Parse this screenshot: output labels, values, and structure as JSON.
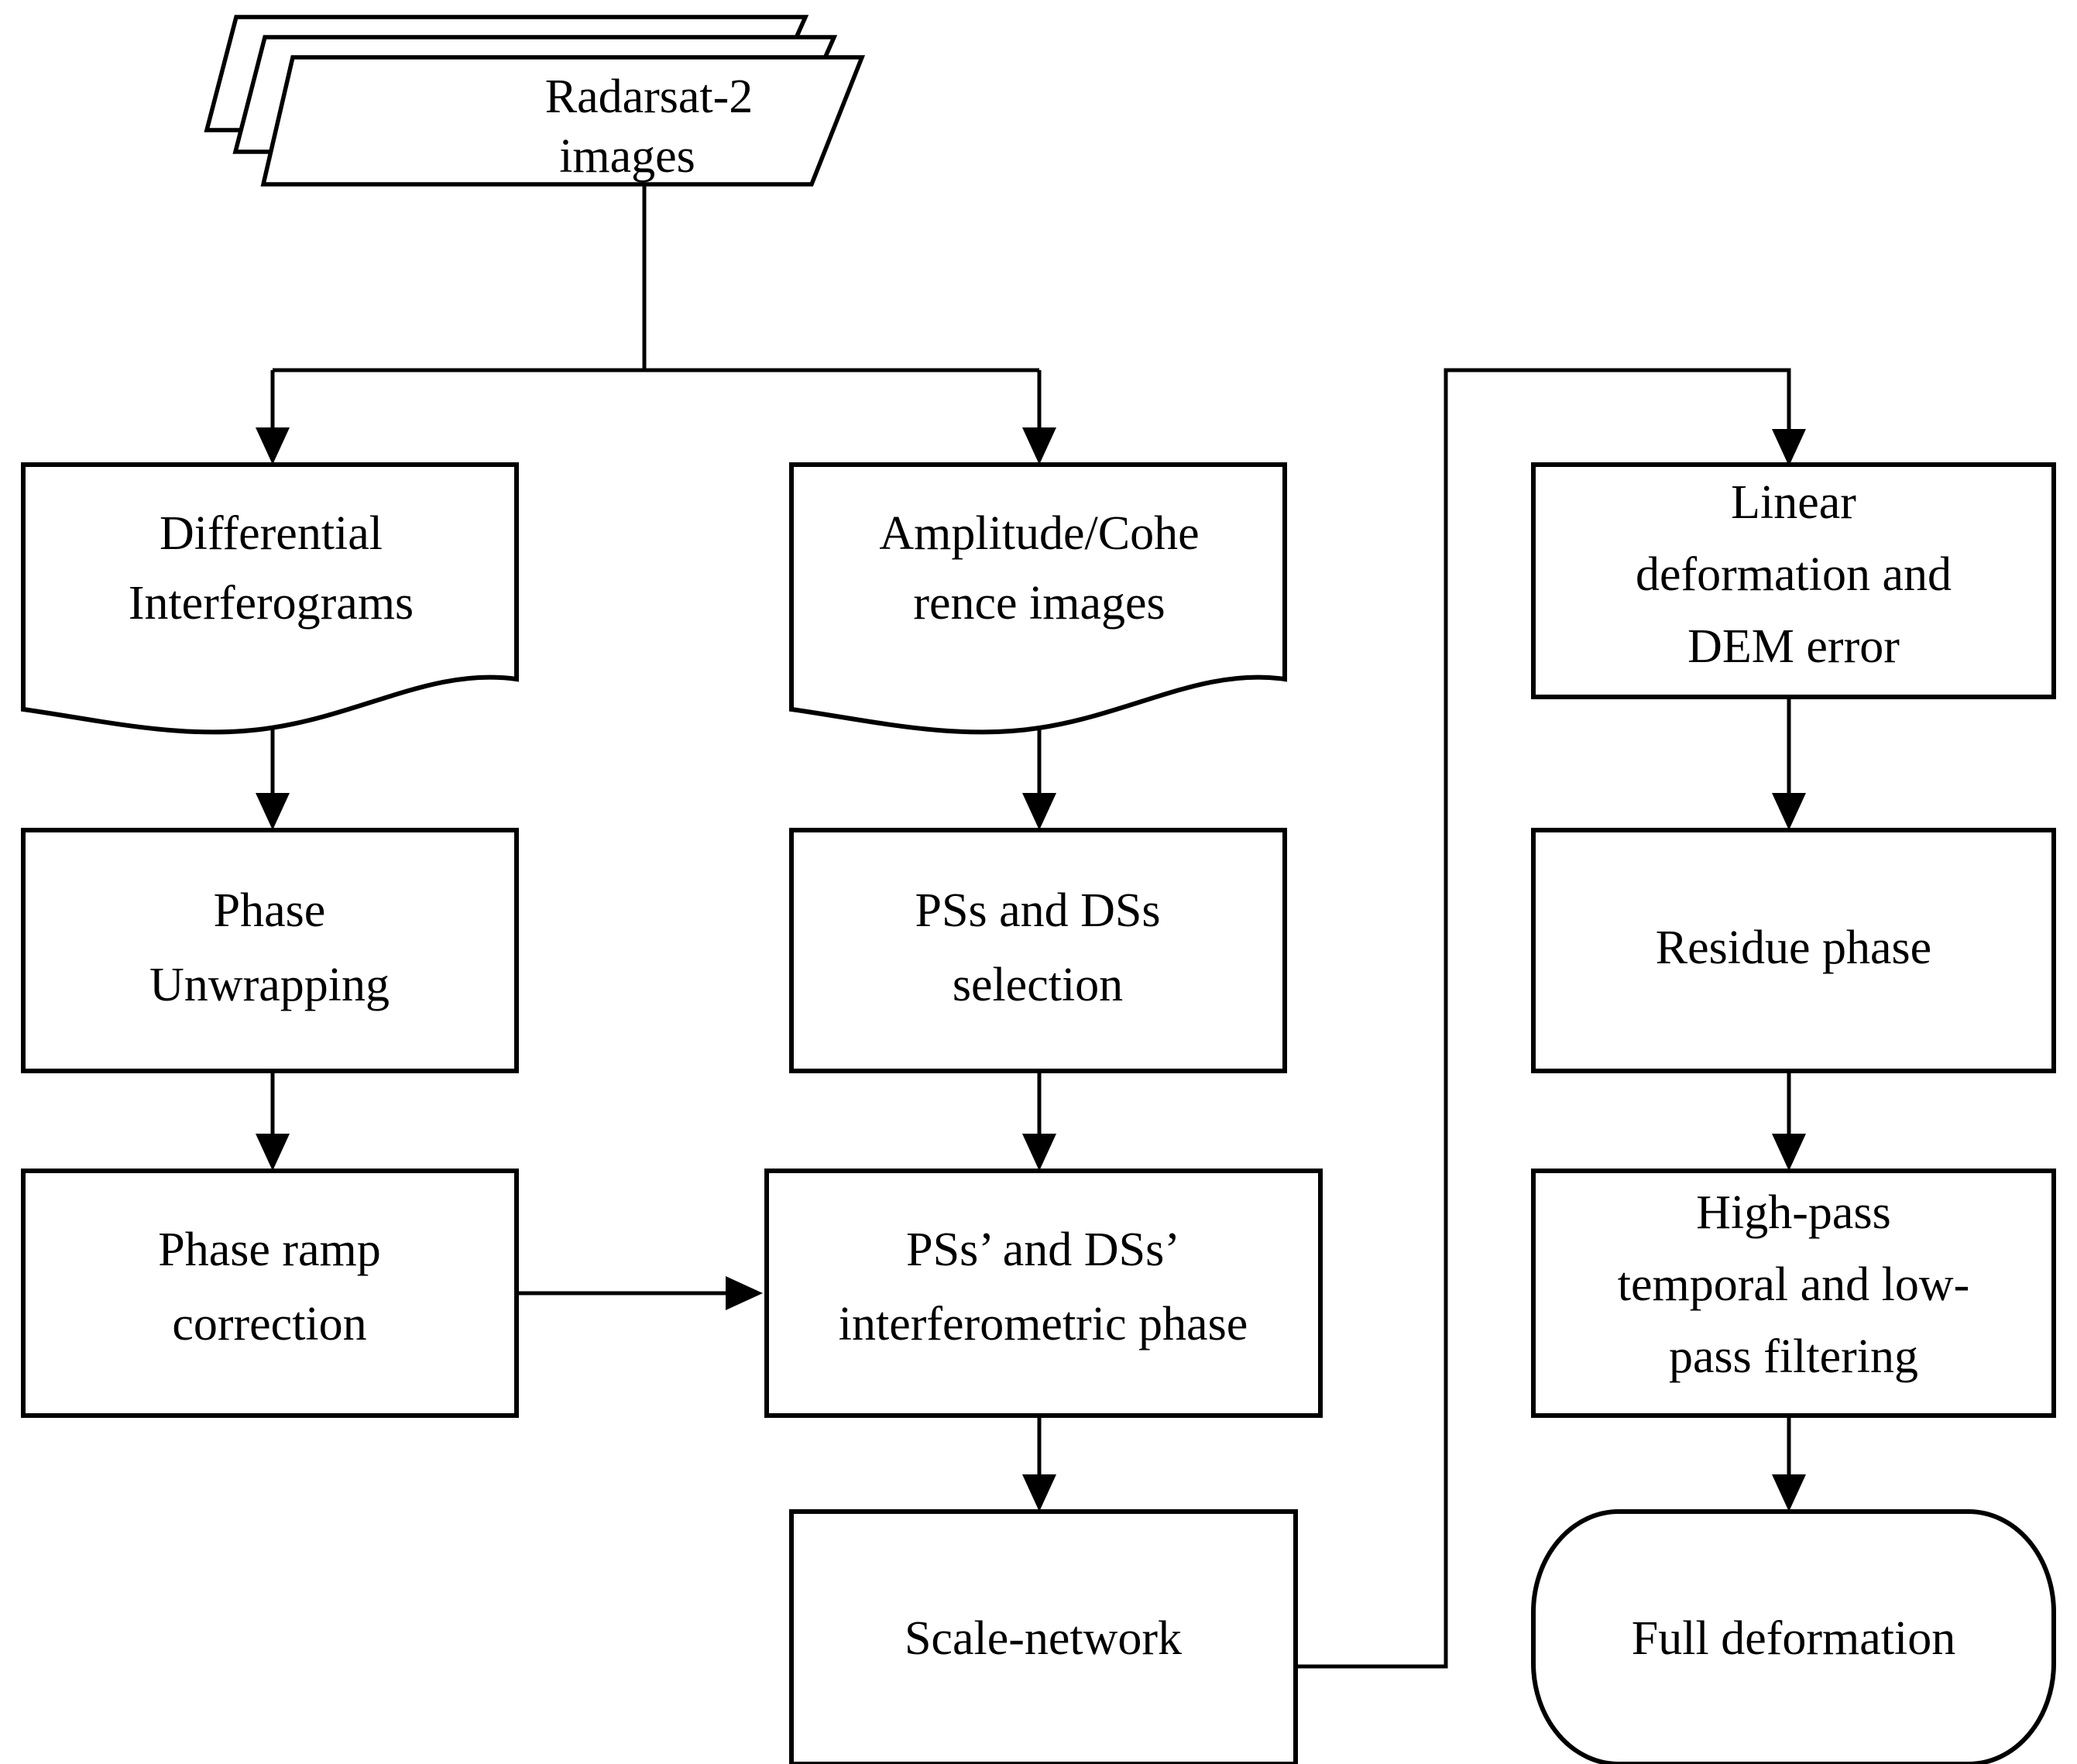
{
  "diagram": {
    "title": "InSAR processing flowchart",
    "background_color": "#ffffff",
    "line_color": "#000000",
    "nodes": {
      "radarsat": {
        "shape": "stacked-parallelogram",
        "lines": [
          "Radarsat-2",
          "images"
        ]
      },
      "differential_interferograms": {
        "shape": "document",
        "lines": [
          "Differential",
          "Interferograms"
        ]
      },
      "amplitude_coherence": {
        "shape": "document",
        "lines": [
          "Amplitude/Cohe",
          "rence images"
        ]
      },
      "linear_deformation": {
        "shape": "rectangle",
        "lines": [
          "Linear",
          "deformation and",
          "DEM error"
        ]
      },
      "phase_unwrapping": {
        "shape": "rectangle",
        "lines": [
          "Phase",
          "Unwrapping"
        ]
      },
      "ps_ds_selection": {
        "shape": "rectangle",
        "lines": [
          "PSs and DSs",
          "selection"
        ]
      },
      "residue_phase": {
        "shape": "rectangle",
        "lines": [
          "Residue phase"
        ]
      },
      "phase_ramp_correction": {
        "shape": "rectangle",
        "lines": [
          "Phase ramp",
          "correction"
        ]
      },
      "ps_ds_interferometric_phase": {
        "shape": "rectangle",
        "lines": [
          "PSs’ and DSs’",
          "interferometric phase"
        ]
      },
      "high_pass_filtering": {
        "shape": "rectangle",
        "lines": [
          "High-pass",
          "temporal and low-",
          "pass filtering"
        ]
      },
      "scale_network": {
        "shape": "rectangle",
        "lines": [
          "Scale-network"
        ]
      },
      "full_deformation": {
        "shape": "rounded-rectangle",
        "lines": [
          "Full deformation"
        ]
      }
    },
    "edges": [
      {
        "from": "radarsat",
        "to": "differential_interferograms"
      },
      {
        "from": "radarsat",
        "to": "amplitude_coherence"
      },
      {
        "from": "differential_interferograms",
        "to": "phase_unwrapping"
      },
      {
        "from": "phase_unwrapping",
        "to": "phase_ramp_correction"
      },
      {
        "from": "phase_ramp_correction",
        "to": "ps_ds_interferometric_phase"
      },
      {
        "from": "amplitude_coherence",
        "to": "ps_ds_selection"
      },
      {
        "from": "ps_ds_selection",
        "to": "ps_ds_interferometric_phase"
      },
      {
        "from": "ps_ds_interferometric_phase",
        "to": "scale_network"
      },
      {
        "from": "scale_network",
        "to": "linear_deformation"
      },
      {
        "from": "linear_deformation",
        "to": "residue_phase"
      },
      {
        "from": "residue_phase",
        "to": "high_pass_filtering"
      },
      {
        "from": "high_pass_filtering",
        "to": "full_deformation"
      }
    ]
  }
}
